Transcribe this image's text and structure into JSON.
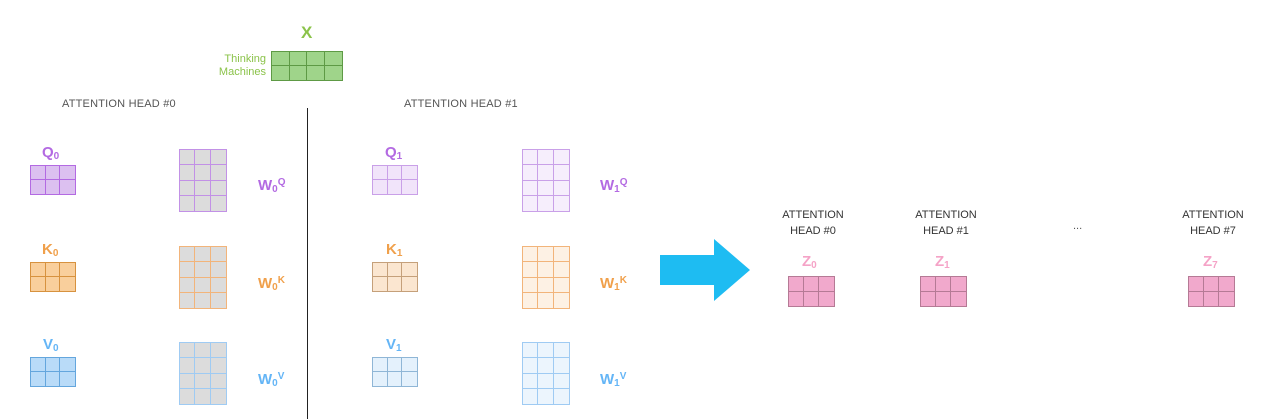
{
  "input": {
    "symbol": "X",
    "word1": "Thinking",
    "word2": "Machines",
    "color": "#8bc34a"
  },
  "heads": [
    {
      "title": "ATTENTION HEAD #0",
      "q": {
        "letter": "Q",
        "sub": "0"
      },
      "k": {
        "letter": "K",
        "sub": "0"
      },
      "v": {
        "letter": "V",
        "sub": "0"
      },
      "wq": {
        "letter": "W",
        "sub": "0",
        "sup": "Q"
      },
      "wk": {
        "letter": "W",
        "sub": "0",
        "sup": "K"
      },
      "wv": {
        "letter": "W",
        "sub": "0",
        "sup": "V"
      }
    },
    {
      "title": "ATTENTION HEAD #1",
      "q": {
        "letter": "Q",
        "sub": "1"
      },
      "k": {
        "letter": "K",
        "sub": "1"
      },
      "v": {
        "letter": "V",
        "sub": "1"
      },
      "wq": {
        "letter": "W",
        "sub": "1",
        "sup": "Q"
      },
      "wk": {
        "letter": "W",
        "sub": "1",
        "sup": "K"
      },
      "wv": {
        "letter": "W",
        "sub": "1",
        "sup": "V"
      }
    }
  ],
  "outputs": [
    {
      "line1": "ATTENTION",
      "line2": "HEAD #0",
      "letter": "Z",
      "sub": "0"
    },
    {
      "line1": "ATTENTION",
      "line2": "HEAD #1",
      "letter": "Z",
      "sub": "1"
    },
    {
      "line1": "ATTENTION",
      "line2": "HEAD #7",
      "letter": "Z",
      "sub": "7"
    }
  ],
  "ellipsis": "...",
  "colors": {
    "q": "#b36ae2",
    "k": "#f0a04b",
    "v": "#64b5f6",
    "z": "#f5a3c7",
    "arrow": "#1ebcf2",
    "divider": "#222222"
  }
}
